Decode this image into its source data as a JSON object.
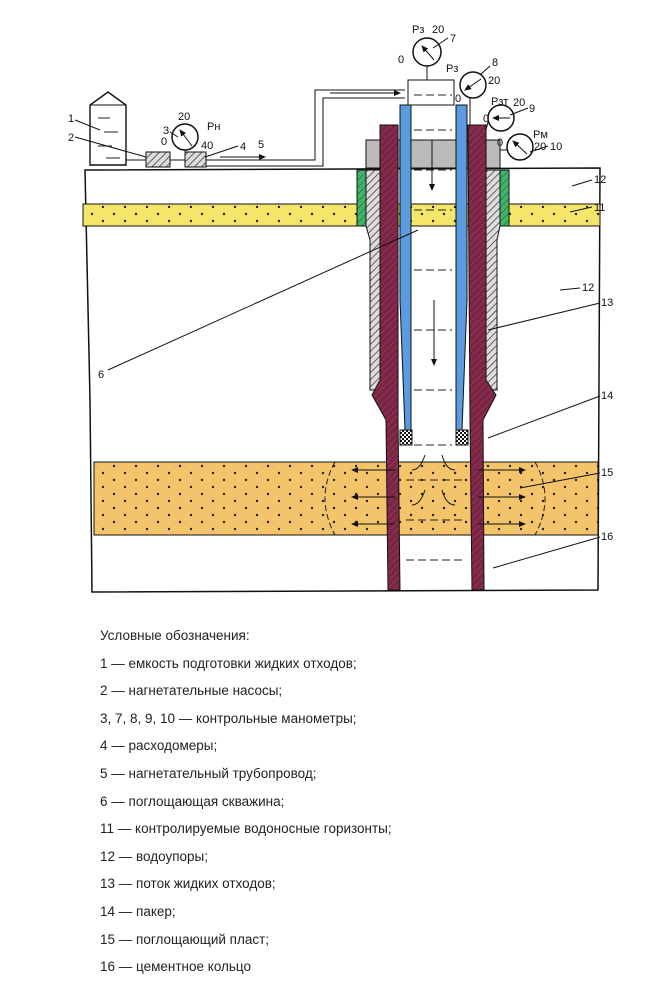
{
  "labels": {
    "n1": "1",
    "n2": "2",
    "n3": "3",
    "n4": "4",
    "n5": "5",
    "n6": "6",
    "n7": "7",
    "n8": "8",
    "n9": "9",
    "n10": "10",
    "n11": "11",
    "n12a": "12",
    "n12b": "12",
    "n13": "13",
    "n14": "14",
    "n15": "15",
    "n16": "16",
    "p_pump": "Pн",
    "p_tube": "Pз",
    "p_ann": "Pзт",
    "p_top": "Pз",
    "p_out": "Pм",
    "g0": "0",
    "g20": "20",
    "g40": "40"
  },
  "legend": {
    "title": "Условные обозначения:",
    "items": [
      "1 — емкость подготовки жидких отходов;",
      "2 — нагнетательные насосы;",
      "3, 7, 8, 9, 10 — контрольные манометры;",
      "4 — расходомеры;",
      "5 — нагнетательный трубопровод;",
      "6 — поглощающая скважина;",
      "11 — контролируемые водоносные горизонты;",
      "12 — водоупоры;",
      "13 — поток жидких отходов;",
      "14 — пакер;",
      "15 — поглощающий пласт;",
      "16 — цементное кольцо"
    ]
  },
  "colors": {
    "aquifer": "#f5e66b",
    "absorbing_layer": "#f4c46a",
    "tubing": "#5b9be0",
    "casing": "#7a2545",
    "cement": "#44b36a"
  }
}
